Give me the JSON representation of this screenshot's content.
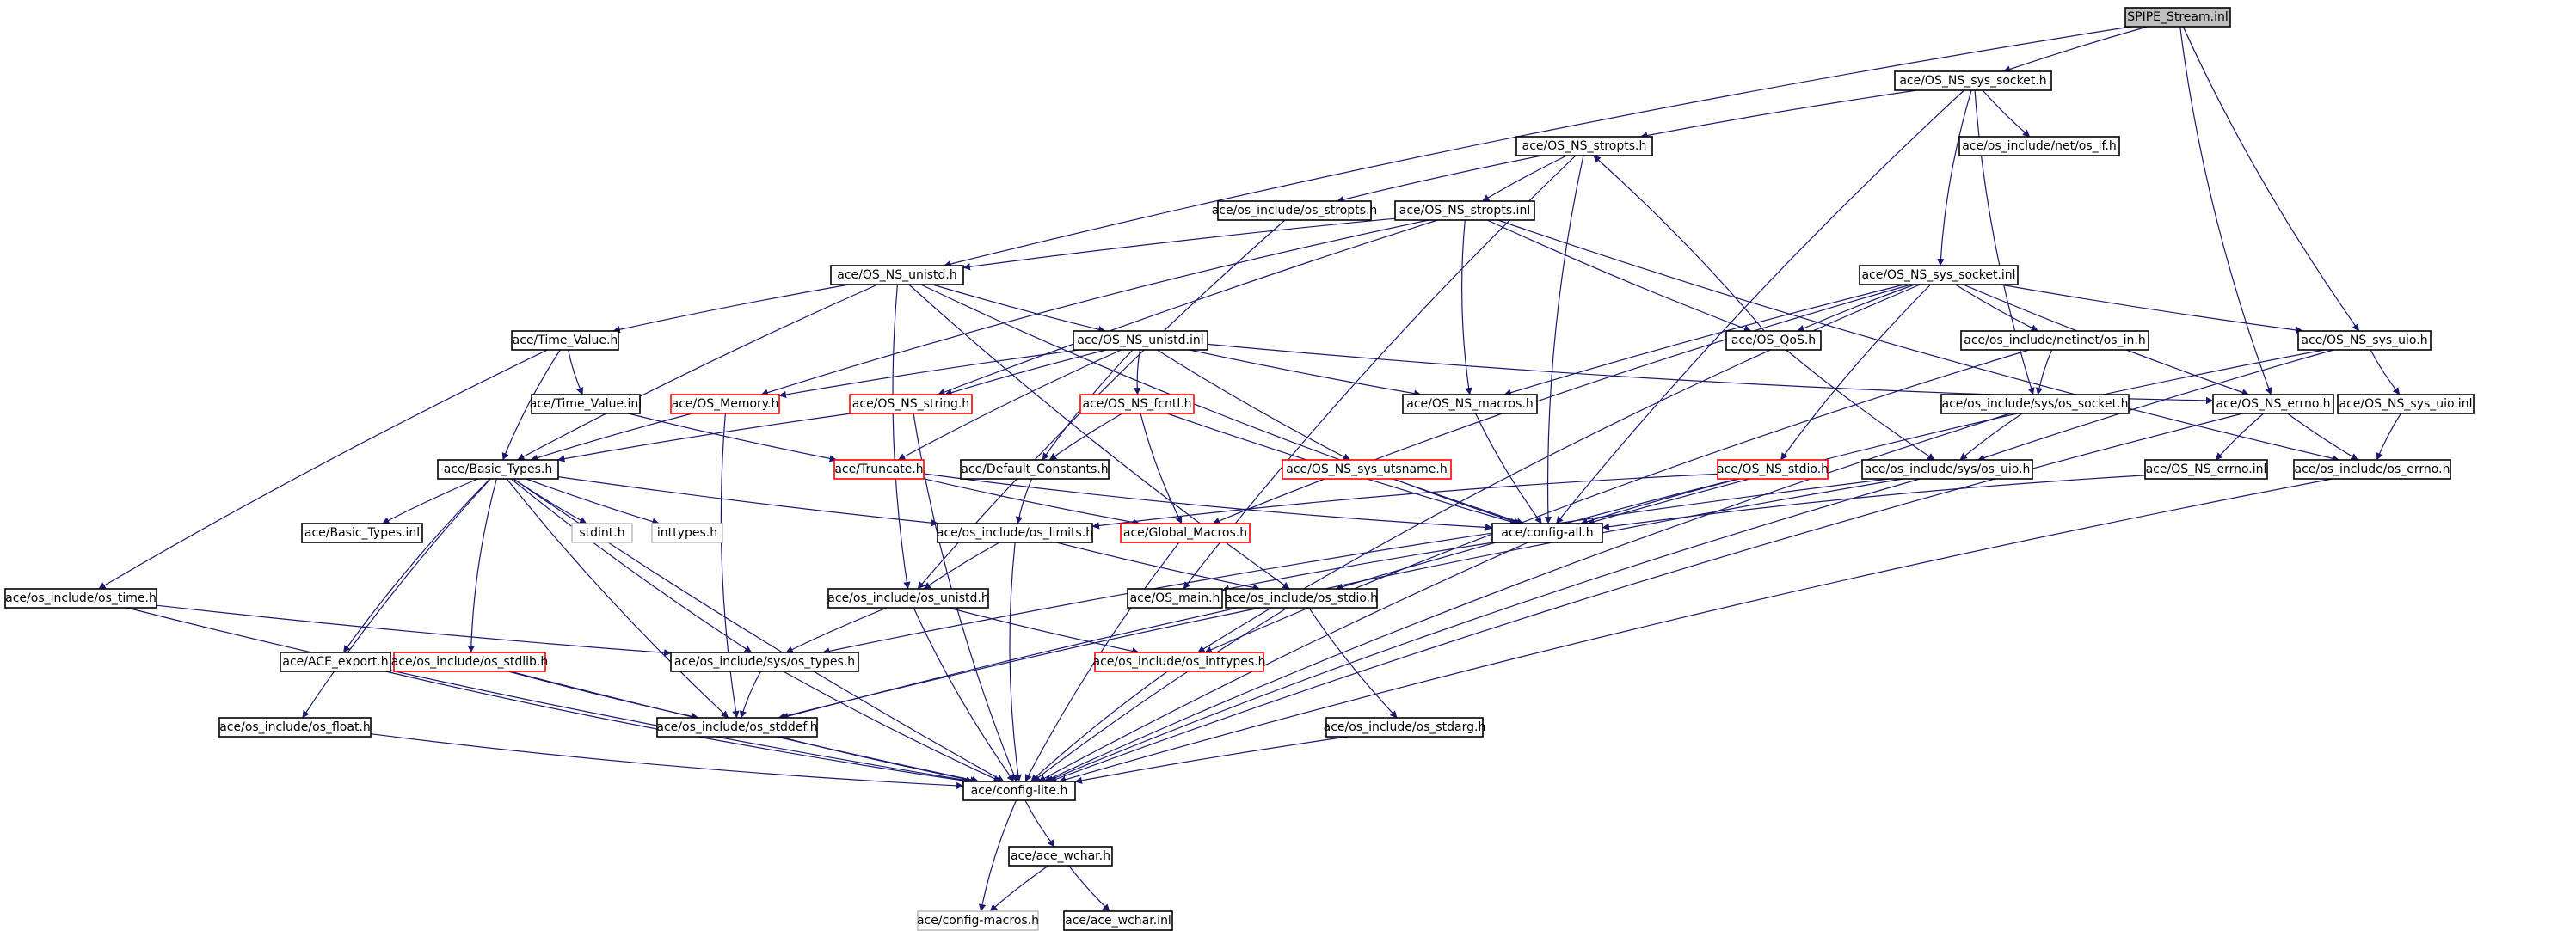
{
  "graph": {
    "nodes": [
      {
        "id": "SPIPE_Stream_inl",
        "label": "SPIPE_Stream.inl",
        "style": "root"
      },
      {
        "id": "OS_NS_sys_socket_h",
        "label": "ace/OS_NS_sys_socket.h",
        "style": "normal"
      },
      {
        "id": "OS_NS_stropts_h",
        "label": "ace/OS_NS_stropts.h",
        "style": "normal"
      },
      {
        "id": "os_include_net_os_if_h",
        "label": "ace/os_include/net/os_if.h",
        "style": "normal"
      },
      {
        "id": "os_include_os_stropts_h",
        "label": "ace/os_include/os_stropts.h",
        "style": "normal"
      },
      {
        "id": "OS_NS_stropts_inl",
        "label": "ace/OS_NS_stropts.inl",
        "style": "normal"
      },
      {
        "id": "OS_NS_unistd_h",
        "label": "ace/OS_NS_unistd.h",
        "style": "normal"
      },
      {
        "id": "OS_NS_sys_socket_inl",
        "label": "ace/OS_NS_sys_socket.inl",
        "style": "normal"
      },
      {
        "id": "Time_Value_h",
        "label": "ace/Time_Value.h",
        "style": "normal"
      },
      {
        "id": "OS_NS_unistd_inl",
        "label": "ace/OS_NS_unistd.inl",
        "style": "normal"
      },
      {
        "id": "OS_QoS_h",
        "label": "ace/OS_QoS.h",
        "style": "normal"
      },
      {
        "id": "os_include_netinet_os_in_h",
        "label": "ace/os_include/netinet/os_in.h",
        "style": "normal"
      },
      {
        "id": "OS_NS_sys_uio_h",
        "label": "ace/OS_NS_sys_uio.h",
        "style": "normal"
      },
      {
        "id": "Time_Value_inl",
        "label": "ace/Time_Value.inl",
        "style": "normal"
      },
      {
        "id": "OS_Memory_h",
        "label": "ace/OS_Memory.h",
        "style": "truncated"
      },
      {
        "id": "OS_NS_string_h",
        "label": "ace/OS_NS_string.h",
        "style": "truncated"
      },
      {
        "id": "OS_NS_fcntl_h",
        "label": "ace/OS_NS_fcntl.h",
        "style": "truncated"
      },
      {
        "id": "OS_NS_macros_h",
        "label": "ace/OS_NS_macros.h",
        "style": "normal"
      },
      {
        "id": "os_include_sys_os_socket_h",
        "label": "ace/os_include/sys/os_socket.h",
        "style": "normal"
      },
      {
        "id": "OS_NS_errno_h",
        "label": "ace/OS_NS_errno.h",
        "style": "normal"
      },
      {
        "id": "OS_NS_sys_uio_inl",
        "label": "ace/OS_NS_sys_uio.inl",
        "style": "normal"
      },
      {
        "id": "Basic_Types_h",
        "label": "ace/Basic_Types.h",
        "style": "normal"
      },
      {
        "id": "Truncate_h",
        "label": "ace/Truncate.h",
        "style": "truncated"
      },
      {
        "id": "Default_Constants_h",
        "label": "ace/Default_Constants.h",
        "style": "normal"
      },
      {
        "id": "OS_NS_sys_utsname_h",
        "label": "ace/OS_NS_sys_utsname.h",
        "style": "truncated"
      },
      {
        "id": "OS_NS_stdio_h",
        "label": "ace/OS_NS_stdio.h",
        "style": "truncated"
      },
      {
        "id": "os_include_sys_os_uio_h",
        "label": "ace/os_include/sys/os_uio.h",
        "style": "normal"
      },
      {
        "id": "OS_NS_errno_inl",
        "label": "ace/OS_NS_errno.inl",
        "style": "normal"
      },
      {
        "id": "os_include_os_errno_h",
        "label": "ace/os_include/os_errno.h",
        "style": "normal"
      },
      {
        "id": "Basic_Types_inl",
        "label": "ace/Basic_Types.inl",
        "style": "normal"
      },
      {
        "id": "stdint_h",
        "label": "stdint.h",
        "style": "external"
      },
      {
        "id": "inttypes_h",
        "label": "inttypes.h",
        "style": "external"
      },
      {
        "id": "os_include_os_limits_h",
        "label": "ace/os_include/os_limits.h",
        "style": "normal"
      },
      {
        "id": "Global_Macros_h",
        "label": "ace/Global_Macros.h",
        "style": "truncated"
      },
      {
        "id": "config_all_h",
        "label": "ace/config-all.h",
        "style": "normal"
      },
      {
        "id": "os_include_os_time_h",
        "label": "ace/os_include/os_time.h",
        "style": "normal"
      },
      {
        "id": "os_include_os_unistd_h",
        "label": "ace/os_include/os_unistd.h",
        "style": "normal"
      },
      {
        "id": "OS_main_h",
        "label": "ace/OS_main.h",
        "style": "normal"
      },
      {
        "id": "os_include_os_stdio_h",
        "label": "ace/os_include/os_stdio.h",
        "style": "normal"
      },
      {
        "id": "ACE_export_h",
        "label": "ace/ACE_export.h",
        "style": "normal"
      },
      {
        "id": "os_include_os_stdlib_h",
        "label": "ace/os_include/os_stdlib.h",
        "style": "truncated"
      },
      {
        "id": "os_include_sys_os_types_h",
        "label": "ace/os_include/sys/os_types.h",
        "style": "normal"
      },
      {
        "id": "os_include_os_inttypes_h",
        "label": "ace/os_include/os_inttypes.h",
        "style": "truncated"
      },
      {
        "id": "os_include_os_float_h",
        "label": "ace/os_include/os_float.h",
        "style": "normal"
      },
      {
        "id": "os_include_os_stddef_h",
        "label": "ace/os_include/os_stddef.h",
        "style": "normal"
      },
      {
        "id": "os_include_os_stdarg_h",
        "label": "ace/os_include/os_stdarg.h",
        "style": "normal"
      },
      {
        "id": "config_lite_h",
        "label": "ace/config-lite.h",
        "style": "normal"
      },
      {
        "id": "ace_wchar_h",
        "label": "ace/ace_wchar.h",
        "style": "normal"
      },
      {
        "id": "config_macros_h",
        "label": "ace/config-macros.h",
        "style": "external"
      },
      {
        "id": "ace_wchar_inl",
        "label": "ace/ace_wchar.inl",
        "style": "normal"
      }
    ],
    "edges": [
      [
        "SPIPE_Stream_inl",
        "OS_NS_sys_socket_h"
      ],
      [
        "SPIPE_Stream_inl",
        "OS_NS_unistd_h"
      ],
      [
        "SPIPE_Stream_inl",
        "OS_NS_sys_uio_h"
      ],
      [
        "SPIPE_Stream_inl",
        "OS_NS_errno_h"
      ],
      [
        "OS_NS_sys_socket_h",
        "OS_NS_stropts_h"
      ],
      [
        "OS_NS_sys_socket_h",
        "os_include_net_os_if_h"
      ],
      [
        "OS_NS_sys_socket_h",
        "OS_NS_sys_socket_inl"
      ],
      [
        "OS_NS_sys_socket_h",
        "os_include_sys_os_socket_h"
      ],
      [
        "OS_NS_sys_socket_h",
        "config_all_h"
      ],
      [
        "OS_NS_stropts_h",
        "os_include_os_stropts_h"
      ],
      [
        "OS_NS_stropts_h",
        "OS_NS_stropts_inl"
      ],
      [
        "OS_NS_stropts_h",
        "config_all_h"
      ],
      [
        "OS_NS_stropts_h",
        "OS_main_h"
      ],
      [
        "os_include_os_stropts_h",
        "os_include_os_unistd_h"
      ],
      [
        "OS_NS_stropts_inl",
        "OS_NS_unistd_h"
      ],
      [
        "OS_NS_stropts_inl",
        "OS_NS_string_h"
      ],
      [
        "OS_NS_stropts_inl",
        "OS_NS_macros_h"
      ],
      [
        "OS_NS_stropts_inl",
        "OS_Memory_h"
      ],
      [
        "OS_NS_stropts_inl",
        "OS_QoS_h"
      ],
      [
        "OS_NS_stropts_inl",
        "os_include_os_errno_h"
      ],
      [
        "OS_NS_unistd_h",
        "Time_Value_h"
      ],
      [
        "OS_NS_unistd_h",
        "OS_NS_unistd_inl"
      ],
      [
        "OS_NS_unistd_h",
        "Basic_Types_h"
      ],
      [
        "OS_NS_unistd_h",
        "os_include_os_unistd_h"
      ],
      [
        "OS_NS_unistd_h",
        "os_include_os_stdio_h"
      ],
      [
        "OS_NS_unistd_h",
        "config_all_h"
      ],
      [
        "OS_NS_sys_socket_inl",
        "OS_QoS_h"
      ],
      [
        "OS_NS_sys_socket_inl",
        "os_include_netinet_os_in_h"
      ],
      [
        "OS_NS_sys_socket_inl",
        "OS_NS_sys_uio_h"
      ],
      [
        "OS_NS_sys_socket_inl",
        "OS_NS_errno_h"
      ],
      [
        "OS_NS_sys_socket_inl",
        "OS_NS_macros_h"
      ],
      [
        "OS_NS_sys_socket_inl",
        "OS_NS_stdio_h"
      ],
      [
        "OS_NS_sys_socket_inl",
        "Global_Macros_h"
      ],
      [
        "OS_NS_sys_socket_inl",
        "os_include_os_inttypes_h"
      ],
      [
        "Time_Value_h",
        "Time_Value_inl"
      ],
      [
        "Time_Value_h",
        "Basic_Types_h"
      ],
      [
        "Time_Value_h",
        "os_include_os_time_h"
      ],
      [
        "Time_Value_inl",
        "Truncate_h"
      ],
      [
        "OS_NS_unistd_inl",
        "OS_Memory_h"
      ],
      [
        "OS_NS_unistd_inl",
        "OS_NS_string_h"
      ],
      [
        "OS_NS_unistd_inl",
        "OS_NS_fcntl_h"
      ],
      [
        "OS_NS_unistd_inl",
        "OS_NS_macros_h"
      ],
      [
        "OS_NS_unistd_inl",
        "OS_NS_errno_h"
      ],
      [
        "OS_NS_unistd_inl",
        "Truncate_h"
      ],
      [
        "OS_NS_unistd_inl",
        "Default_Constants_h"
      ],
      [
        "OS_NS_unistd_inl",
        "OS_NS_sys_utsname_h"
      ],
      [
        "OS_QoS_h",
        "OS_NS_stropts_h"
      ],
      [
        "OS_QoS_h",
        "os_include_sys_os_uio_h"
      ],
      [
        "os_include_netinet_os_in_h",
        "os_include_sys_os_socket_h"
      ],
      [
        "os_include_netinet_os_in_h",
        "os_include_os_inttypes_h"
      ],
      [
        "OS_NS_sys_uio_h",
        "OS_NS_sys_uio_inl"
      ],
      [
        "OS_NS_sys_uio_h",
        "os_include_sys_os_uio_h"
      ],
      [
        "OS_NS_sys_uio_h",
        "config_all_h"
      ],
      [
        "OS_NS_sys_uio_inl",
        "os_include_os_errno_h"
      ],
      [
        "OS_Memory_h",
        "Basic_Types_h"
      ],
      [
        "OS_Memory_h",
        "os_include_os_stddef_h"
      ],
      [
        "OS_NS_string_h",
        "Basic_Types_h"
      ],
      [
        "OS_NS_string_h",
        "config_lite_h"
      ],
      [
        "OS_NS_fcntl_h",
        "Default_Constants_h"
      ],
      [
        "OS_NS_fcntl_h",
        "Global_Macros_h"
      ],
      [
        "OS_NS_fcntl_h",
        "config_all_h"
      ],
      [
        "OS_NS_macros_h",
        "config_all_h"
      ],
      [
        "os_include_sys_os_socket_h",
        "os_include_sys_os_uio_h"
      ],
      [
        "os_include_sys_os_socket_h",
        "config_lite_h"
      ],
      [
        "OS_NS_errno_h",
        "OS_NS_errno_inl"
      ],
      [
        "OS_NS_errno_h",
        "os_include_os_errno_h"
      ],
      [
        "OS_NS_errno_h",
        "config_lite_h"
      ],
      [
        "OS_NS_errno_inl",
        "config_all_h"
      ],
      [
        "os_include_os_errno_h",
        "config_lite_h"
      ],
      [
        "Basic_Types_h",
        "Basic_Types_inl"
      ],
      [
        "Basic_Types_h",
        "stdint_h"
      ],
      [
        "Basic_Types_h",
        "inttypes_h"
      ],
      [
        "Basic_Types_h",
        "os_include_os_limits_h"
      ],
      [
        "Basic_Types_h",
        "ACE_export_h"
      ],
      [
        "Basic_Types_h",
        "os_include_os_stdlib_h"
      ],
      [
        "Basic_Types_h",
        "os_include_sys_os_types_h"
      ],
      [
        "Basic_Types_h",
        "os_include_os_float_h"
      ],
      [
        "Basic_Types_h",
        "os_include_os_stddef_h"
      ],
      [
        "Basic_Types_h",
        "config_lite_h"
      ],
      [
        "Truncate_h",
        "Global_Macros_h"
      ],
      [
        "Truncate_h",
        "config_all_h"
      ],
      [
        "Default_Constants_h",
        "os_include_os_limits_h"
      ],
      [
        "OS_NS_sys_utsname_h",
        "config_all_h"
      ],
      [
        "OS_NS_stdio_h",
        "config_all_h"
      ],
      [
        "OS_NS_stdio_h",
        "os_include_os_stdio_h"
      ],
      [
        "OS_NS_stdio_h",
        "os_include_os_limits_h"
      ],
      [
        "os_include_sys_os_uio_h",
        "os_include_sys_os_types_h"
      ],
      [
        "os_include_sys_os_uio_h",
        "os_include_os_stddef_h"
      ],
      [
        "os_include_sys_os_uio_h",
        "config_lite_h"
      ],
      [
        "os_include_os_limits_h",
        "os_include_os_unistd_h"
      ],
      [
        "os_include_os_limits_h",
        "os_include_os_stdio_h"
      ],
      [
        "os_include_os_limits_h",
        "config_lite_h"
      ],
      [
        "Global_Macros_h",
        "config_lite_h"
      ],
      [
        "config_all_h",
        "OS_main_h"
      ],
      [
        "config_all_h",
        "config_lite_h"
      ],
      [
        "os_include_os_time_h",
        "os_include_sys_os_types_h"
      ],
      [
        "os_include_os_time_h",
        "config_lite_h"
      ],
      [
        "os_include_os_unistd_h",
        "os_include_sys_os_types_h"
      ],
      [
        "os_include_os_unistd_h",
        "os_include_os_inttypes_h"
      ],
      [
        "os_include_os_unistd_h",
        "config_lite_h"
      ],
      [
        "os_include_os_stdio_h",
        "os_include_os_stdarg_h"
      ],
      [
        "os_include_os_stdio_h",
        "os_include_os_stddef_h"
      ],
      [
        "os_include_os_stdio_h",
        "config_lite_h"
      ],
      [
        "ACE_export_h",
        "config_lite_h"
      ],
      [
        "os_include_os_stdlib_h",
        "os_include_os_stddef_h"
      ],
      [
        "os_include_os_stdlib_h",
        "config_lite_h"
      ],
      [
        "os_include_sys_os_types_h",
        "os_include_os_stddef_h"
      ],
      [
        "os_include_sys_os_types_h",
        "config_lite_h"
      ],
      [
        "os_include_os_inttypes_h",
        "config_lite_h"
      ],
      [
        "os_include_os_float_h",
        "config_lite_h"
      ],
      [
        "os_include_os_stddef_h",
        "config_lite_h"
      ],
      [
        "os_include_os_stdarg_h",
        "config_lite_h"
      ],
      [
        "config_lite_h",
        "ace_wchar_h"
      ],
      [
        "config_lite_h",
        "config_macros_h"
      ],
      [
        "ace_wchar_h",
        "config_macros_h"
      ],
      [
        "ace_wchar_h",
        "ace_wchar_inl"
      ]
    ],
    "colors": {
      "edge": "#191970",
      "normal_border": "#000000",
      "truncated_border": "#ff0000",
      "external_border": "#bfbfbf",
      "root_fill": "#bfbfbf",
      "node_fill": "#ffffff"
    }
  }
}
